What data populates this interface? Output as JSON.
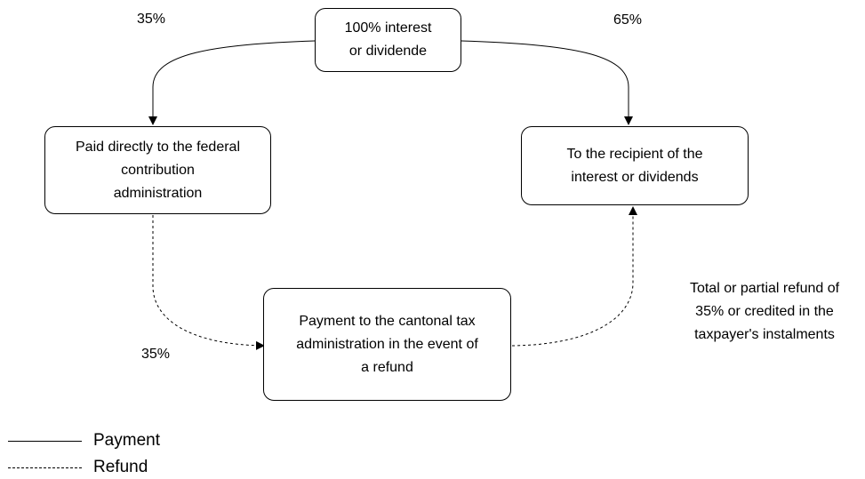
{
  "nodes": {
    "source": {
      "label": "100% interest\nor dividende"
    },
    "federal": {
      "label": "Paid directly to the federal\ncontribution\nadministration"
    },
    "recipient": {
      "label": "To the recipient of the\ninterest or dividends"
    },
    "cantonal": {
      "label": "Payment to the cantonal tax\nadministration in the event of\na refund"
    }
  },
  "edge_labels": {
    "left_top": "35%",
    "right_top": "65%",
    "left_bottom": "35%",
    "refund_note": "Total or partial refund of\n35% or credited in the\ntaxpayer's instalments"
  },
  "legend": {
    "payment": {
      "label": "Payment",
      "style": "solid"
    },
    "refund": {
      "label": "Refund",
      "style": "dashed"
    }
  }
}
